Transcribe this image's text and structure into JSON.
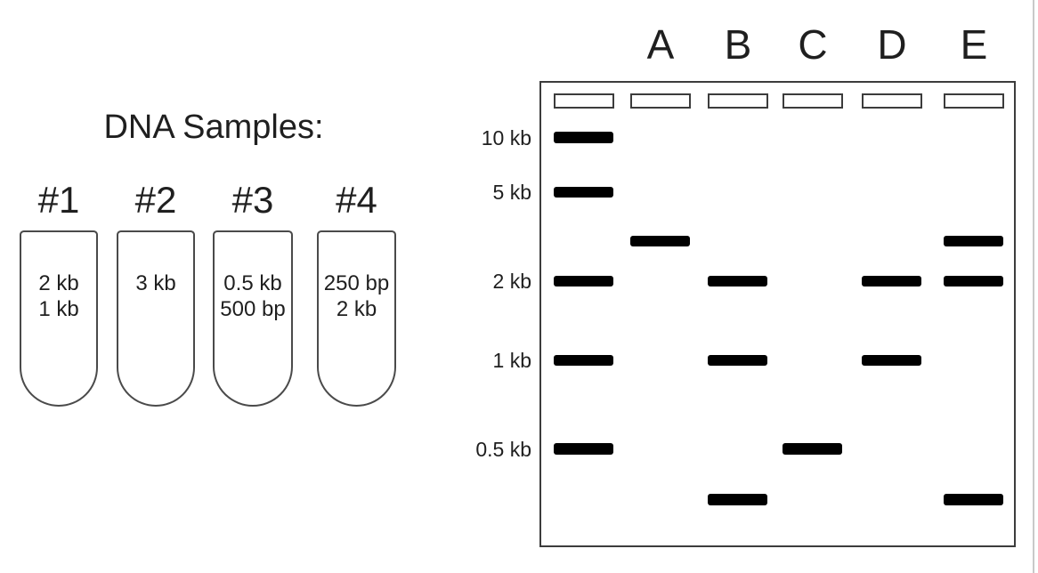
{
  "samples_panel": {
    "title": "DNA Samples:",
    "tubes": [
      {
        "label": "#1",
        "contents": [
          "2 kb",
          "1 kb"
        ]
      },
      {
        "label": "#2",
        "contents": [
          "3 kb"
        ]
      },
      {
        "label": "#3",
        "contents": [
          "0.5 kb",
          "500 bp"
        ]
      },
      {
        "label": "#4",
        "contents": [
          "250 bp",
          "2 kb"
        ]
      }
    ]
  },
  "gel_panel": {
    "lane_labels": [
      "A",
      "B",
      "C",
      "D",
      "E"
    ],
    "ladder_size_labels": [
      "10 kb",
      "5 kb",
      "2 kb",
      "1 kb",
      "0.5 kb"
    ],
    "well_count": 6,
    "lanes": [
      {
        "name": "ladder",
        "label": "",
        "bands": [
          "10kb",
          "5kb",
          "2kb",
          "1kb",
          "0.5kb"
        ]
      },
      {
        "name": "lane-A",
        "label": "A",
        "bands": [
          "3kb"
        ]
      },
      {
        "name": "lane-B",
        "label": "B",
        "bands": [
          "2kb",
          "1kb",
          "250bp"
        ]
      },
      {
        "name": "lane-C",
        "label": "C",
        "bands": [
          "0.5kb"
        ]
      },
      {
        "name": "lane-D",
        "label": "D",
        "bands": [
          "2kb",
          "1kb"
        ]
      },
      {
        "name": "lane-E",
        "label": "E",
        "bands": [
          "3kb",
          "2kb",
          "250bp"
        ]
      }
    ]
  },
  "colors": {
    "ink": "#1f1f1f",
    "band": "#000000",
    "gel_outline": "#3c3c3c",
    "tube_outline": "#4a4a4a",
    "frame_edge": "#c9c9c9",
    "background": "#ffffff"
  }
}
